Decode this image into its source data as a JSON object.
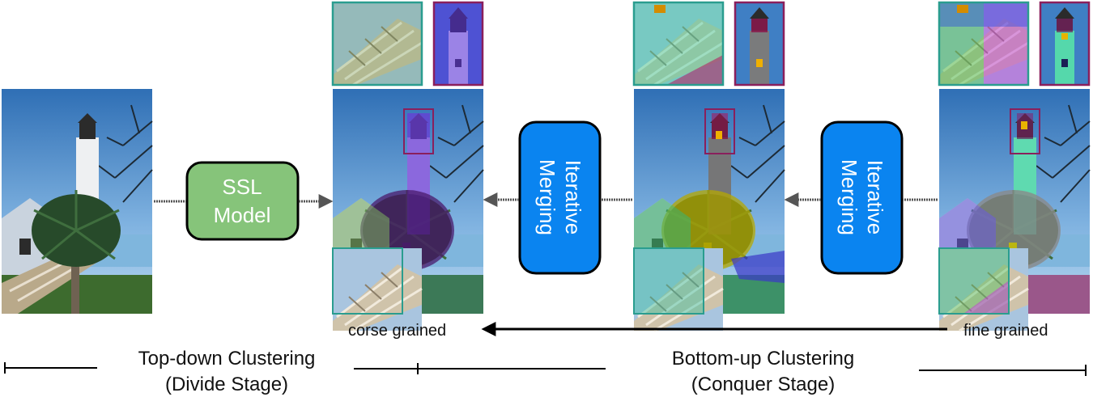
{
  "blocks": {
    "ssl_model": {
      "line1": "SSL",
      "line2": "Model"
    },
    "merge_1": {
      "line1": "Iterative",
      "line2": "Merging"
    },
    "merge_2": {
      "line1": "Iterative",
      "line2": "Merging"
    }
  },
  "labels": {
    "coarse": "corse grained",
    "fine": "fine grained"
  },
  "stages": {
    "top_down": {
      "line1": "Top-down Clustering",
      "line2": "(Divide Stage)"
    },
    "bottom_up": {
      "line1": "Bottom-up Clustering",
      "line2": "(Conquer Stage)"
    }
  },
  "colors": {
    "ssl_fill": "#86c47a",
    "merge_fill": "#0a84f0",
    "crop_border_teal": "#2a9d8f",
    "crop_border_purple": "#8a1f5c",
    "arrow": "#555555"
  },
  "panels": [
    {
      "name": "input-photo",
      "segmentation": "none"
    },
    {
      "name": "coarse-segmentation",
      "segmentation": "coarse"
    },
    {
      "name": "mid-segmentation",
      "segmentation": "medium"
    },
    {
      "name": "fine-segmentation",
      "segmentation": "fine"
    }
  ]
}
